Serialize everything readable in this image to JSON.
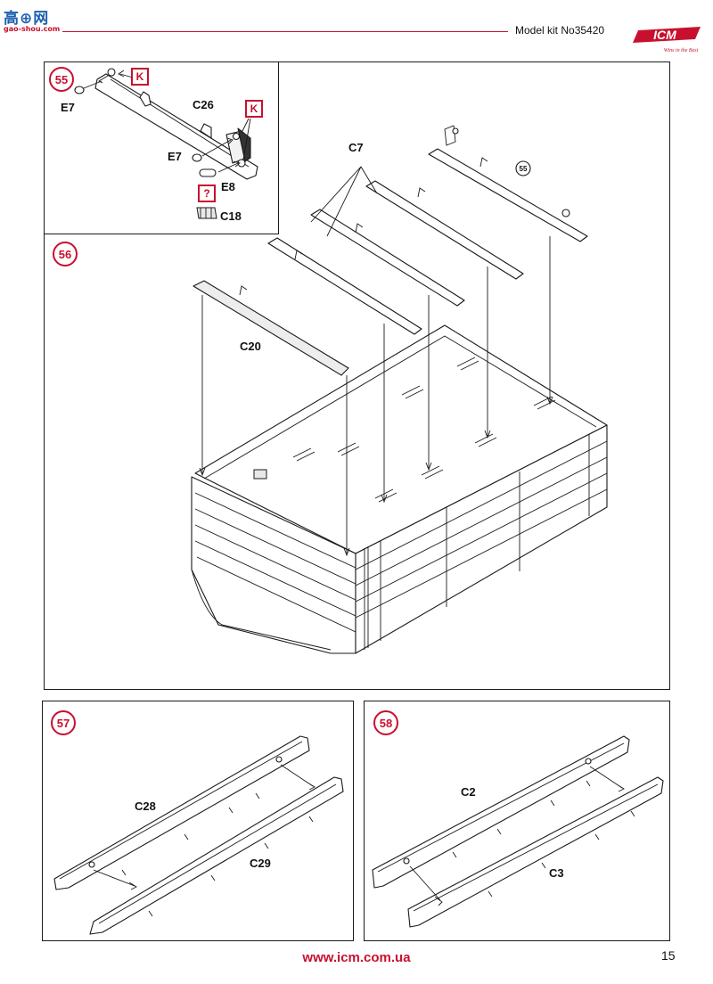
{
  "header": {
    "left_logo_cn": "高⊕网",
    "left_logo_site": "gao-shou.com",
    "model_kit": "Model kit No35420",
    "brand": "ICM",
    "brand_tagline": "Wins in the Best"
  },
  "steps": [
    {
      "num": "55",
      "parts": [
        "E7",
        "C26",
        "E7",
        "E8",
        "C18"
      ],
      "markers": [
        "K",
        "K",
        "?"
      ]
    },
    {
      "num": "56",
      "parts": [
        "C7",
        "C20"
      ],
      "ref": "55"
    },
    {
      "num": "57",
      "parts": [
        "C28",
        "C29"
      ]
    },
    {
      "num": "58",
      "parts": [
        "C2",
        "C3"
      ]
    }
  ],
  "footer": {
    "url": "www.icm.com.ua",
    "page": "15"
  },
  "colors": {
    "accent": "#c8102e",
    "line": "#1a1a1a"
  }
}
